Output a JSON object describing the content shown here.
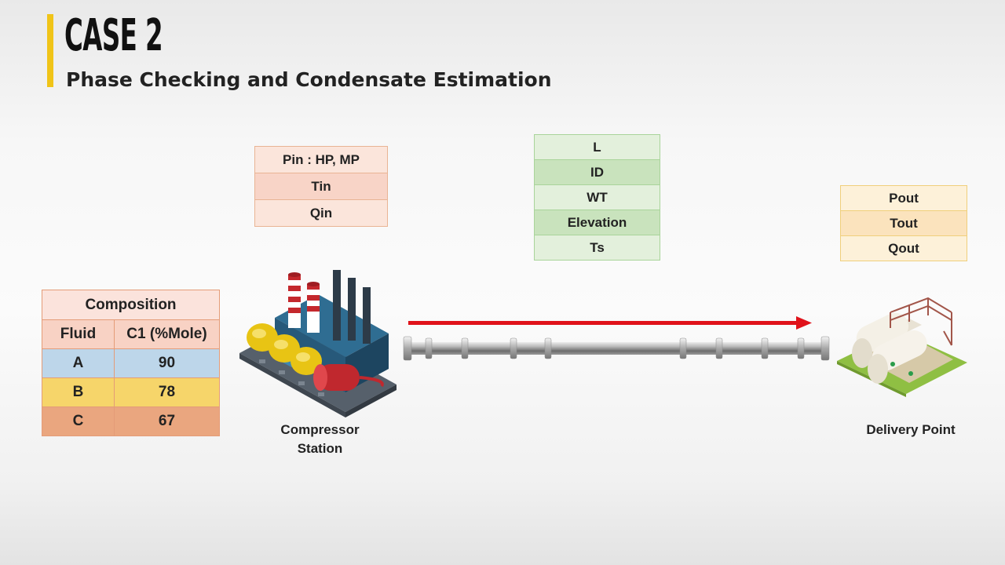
{
  "header": {
    "title": "CASE 2",
    "subtitle": "Phase Checking and Condensate Estimation",
    "accent_color": "#f0c418"
  },
  "inlet_parameters": [
    "Pin : HP, MP",
    "Tin",
    "Qin"
  ],
  "pipeline_parameters": [
    "L",
    "ID",
    "WT",
    "Elevation",
    "Ts"
  ],
  "outlet_parameters": [
    "Pout",
    "Tout",
    "Qout"
  ],
  "composition": {
    "title": "Composition",
    "columns": [
      "Fluid",
      "C1 (%Mole)"
    ],
    "rows": [
      {
        "fluid": "A",
        "c1": "90",
        "color": "#bdd6ea"
      },
      {
        "fluid": "B",
        "c1": "78",
        "color": "#f6d56a"
      },
      {
        "fluid": "C",
        "c1": "67",
        "color": "#eaa67f"
      }
    ]
  },
  "nodes": {
    "compressor": {
      "label_line1": "Compressor",
      "label_line2": "Station",
      "icon": "compressor-station-icon"
    },
    "delivery": {
      "label": "Delivery Point",
      "icon": "storage-tanks-icon"
    }
  },
  "flow": {
    "arrow_color": "#e0121a",
    "direction": "left-to-right"
  }
}
